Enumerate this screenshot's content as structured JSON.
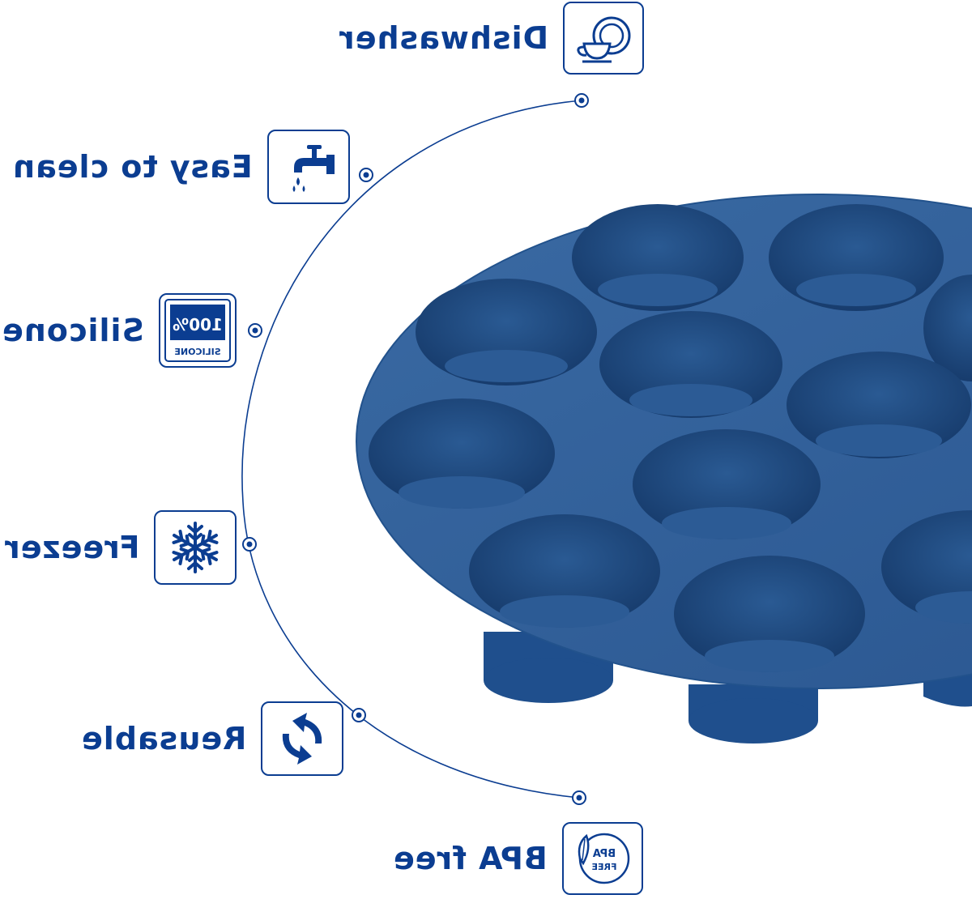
{
  "features": [
    {
      "id": "dishwasher",
      "label": "Dishwasher",
      "icon": "dishwasher-icon"
    },
    {
      "id": "easy_clean",
      "label": "Easy to clean",
      "icon": "faucet-icon"
    },
    {
      "id": "silicone",
      "label": "Silicone",
      "icon": "silicone-badge-icon",
      "badge_top": "100%",
      "badge_bottom": "SILICONE"
    },
    {
      "id": "freezer",
      "label": "Freezer",
      "icon": "snowflake-icon"
    },
    {
      "id": "reusable",
      "label": "Reusable",
      "icon": "recycle-arrows-icon"
    },
    {
      "id": "bpa_free",
      "label": "BPA free",
      "icon": "bpa-free-leaf-icon",
      "badge_top": "BPA",
      "badge_bottom": "FREE"
    }
  ],
  "colors": {
    "accent": "#0b3d91",
    "tray": "#2f5f97",
    "tray_dark": "#1f4578",
    "cup_inner": "#234e86",
    "background": "#ffffff"
  },
  "product": "silicone-muffin-tray"
}
